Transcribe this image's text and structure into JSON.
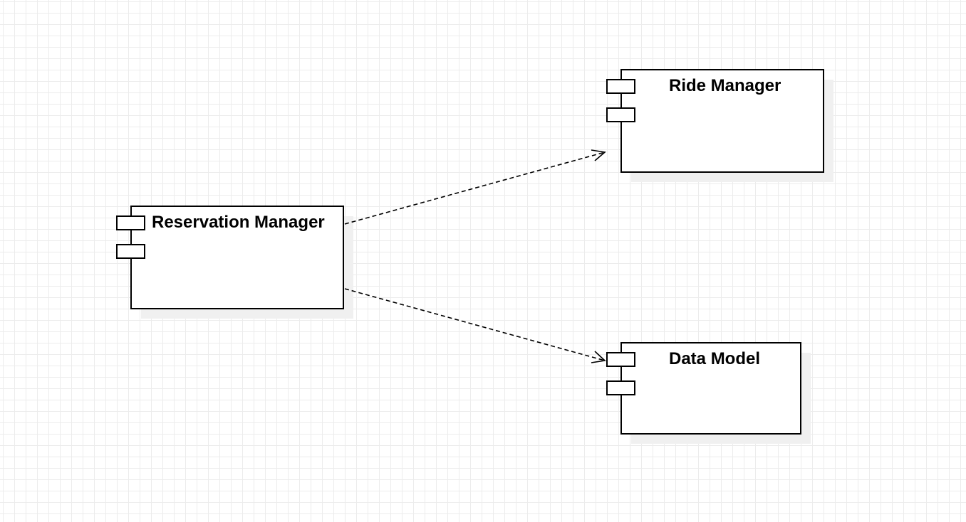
{
  "diagram": {
    "type": "uml-component-diagram",
    "components": [
      {
        "id": "reservation-manager",
        "label": "Reservation Manager"
      },
      {
        "id": "ride-manager",
        "label": "Ride Manager"
      },
      {
        "id": "data-model",
        "label": "Data Model"
      }
    ],
    "dependencies": [
      {
        "from": "reservation-manager",
        "to": "ride-manager",
        "style": "dashed",
        "arrow": "open"
      },
      {
        "from": "reservation-manager",
        "to": "data-model",
        "style": "dashed",
        "arrow": "open"
      }
    ]
  }
}
